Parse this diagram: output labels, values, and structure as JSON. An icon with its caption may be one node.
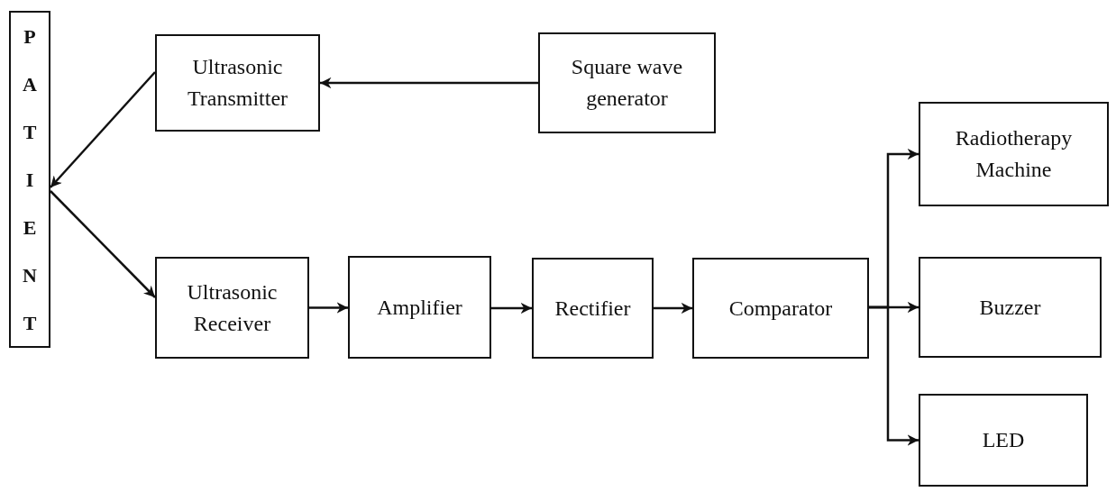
{
  "diagram": {
    "nodes": [
      {
        "text": [
          "PATIENT"
        ]
      },
      {
        "text": [
          "Ultrasonic Transmitter"
        ]
      },
      {
        "text": [
          "Square wave generator"
        ]
      },
      {
        "text": [
          "Radiotherapy Machine"
        ]
      },
      {
        "text": [
          "Ultrasonic Receiver"
        ]
      },
      {
        "text": [
          "Amplifier"
        ]
      },
      {
        "text": [
          "Rectifier"
        ]
      },
      {
        "text": [
          "Comparator"
        ]
      },
      {
        "text": [
          "Buzzer"
        ]
      },
      {
        "text": [
          "LED"
        ]
      }
    ],
    "edges": [
      {
        "from": 2,
        "to": 1,
        "arrow": "to"
      },
      {
        "from": 1,
        "to": 0,
        "arrow": "to"
      },
      {
        "from": 0,
        "to": 4,
        "arrow": "to"
      },
      {
        "from": 4,
        "to": 5,
        "arrow": "to"
      },
      {
        "from": 5,
        "to": 6,
        "arrow": "to"
      },
      {
        "from": 6,
        "to": 7,
        "arrow": "to"
      },
      {
        "from": 7,
        "to": 3,
        "arrow": "to"
      },
      {
        "from": 7,
        "to": 8,
        "arrow": "to"
      },
      {
        "from": 7,
        "to": 9,
        "arrow": "to"
      }
    ]
  }
}
